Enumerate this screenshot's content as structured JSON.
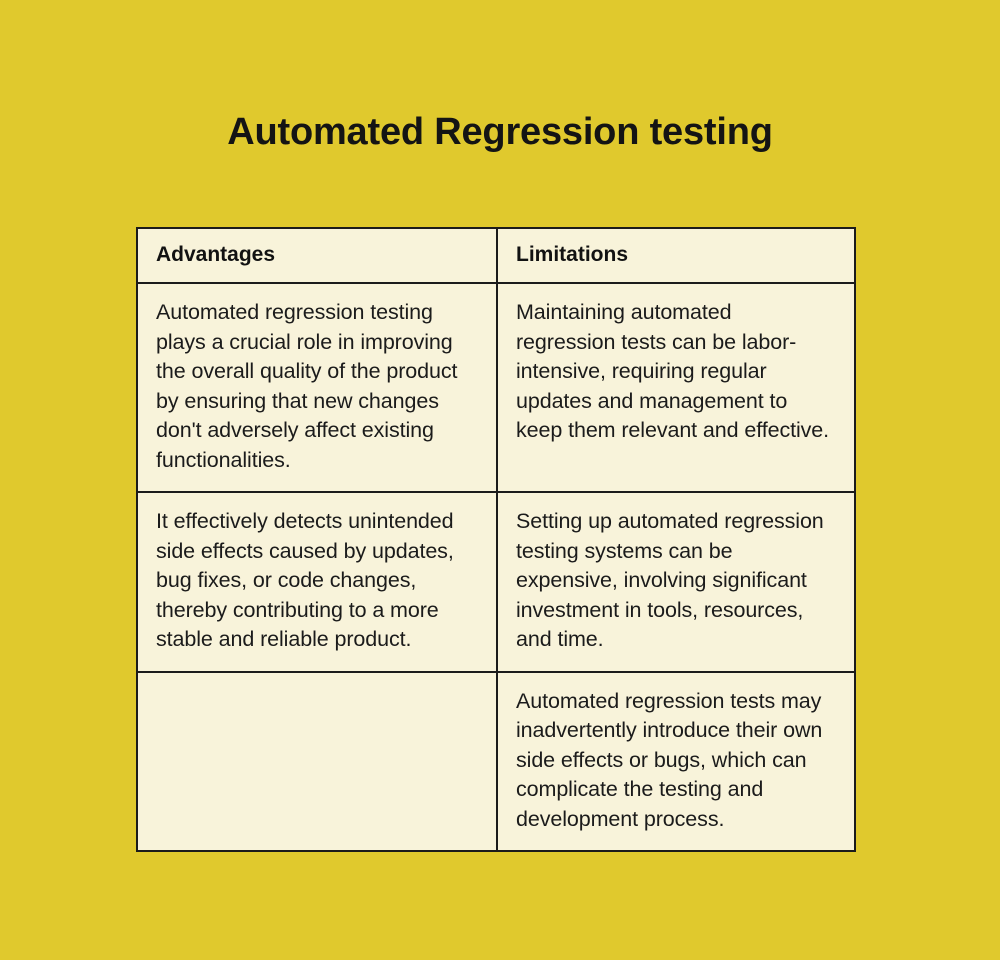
{
  "page": {
    "title": "Automated Regression testing",
    "background_color": "#e0c92d",
    "table_fill_color": "#f8f3da",
    "border_color": "#1b1b1b",
    "text_color": "#1b1b1b"
  },
  "table": {
    "headers": {
      "advantages": "Advantages",
      "limitations": "Limitations"
    },
    "rows": [
      {
        "advantages": "Automated regression testing plays a crucial role in improving the overall quality of the product by ensuring that new changes don't adversely affect existing functionalities.",
        "limitations": "Maintaining automated regression tests can be labor-intensive, requiring regular updates and management to keep them relevant and effective."
      },
      {
        "advantages": "It effectively detects unintended side effects caused by updates, bug fixes, or code changes, thereby contributing to a more stable and reliable product.",
        "limitations": "Setting up automated regression testing systems can be expensive, involving significant investment in tools, resources, and time."
      },
      {
        "advantages": "",
        "limitations": "Automated regression tests may inadvertently introduce their own side effects or bugs, which can complicate the testing and development process."
      }
    ]
  }
}
